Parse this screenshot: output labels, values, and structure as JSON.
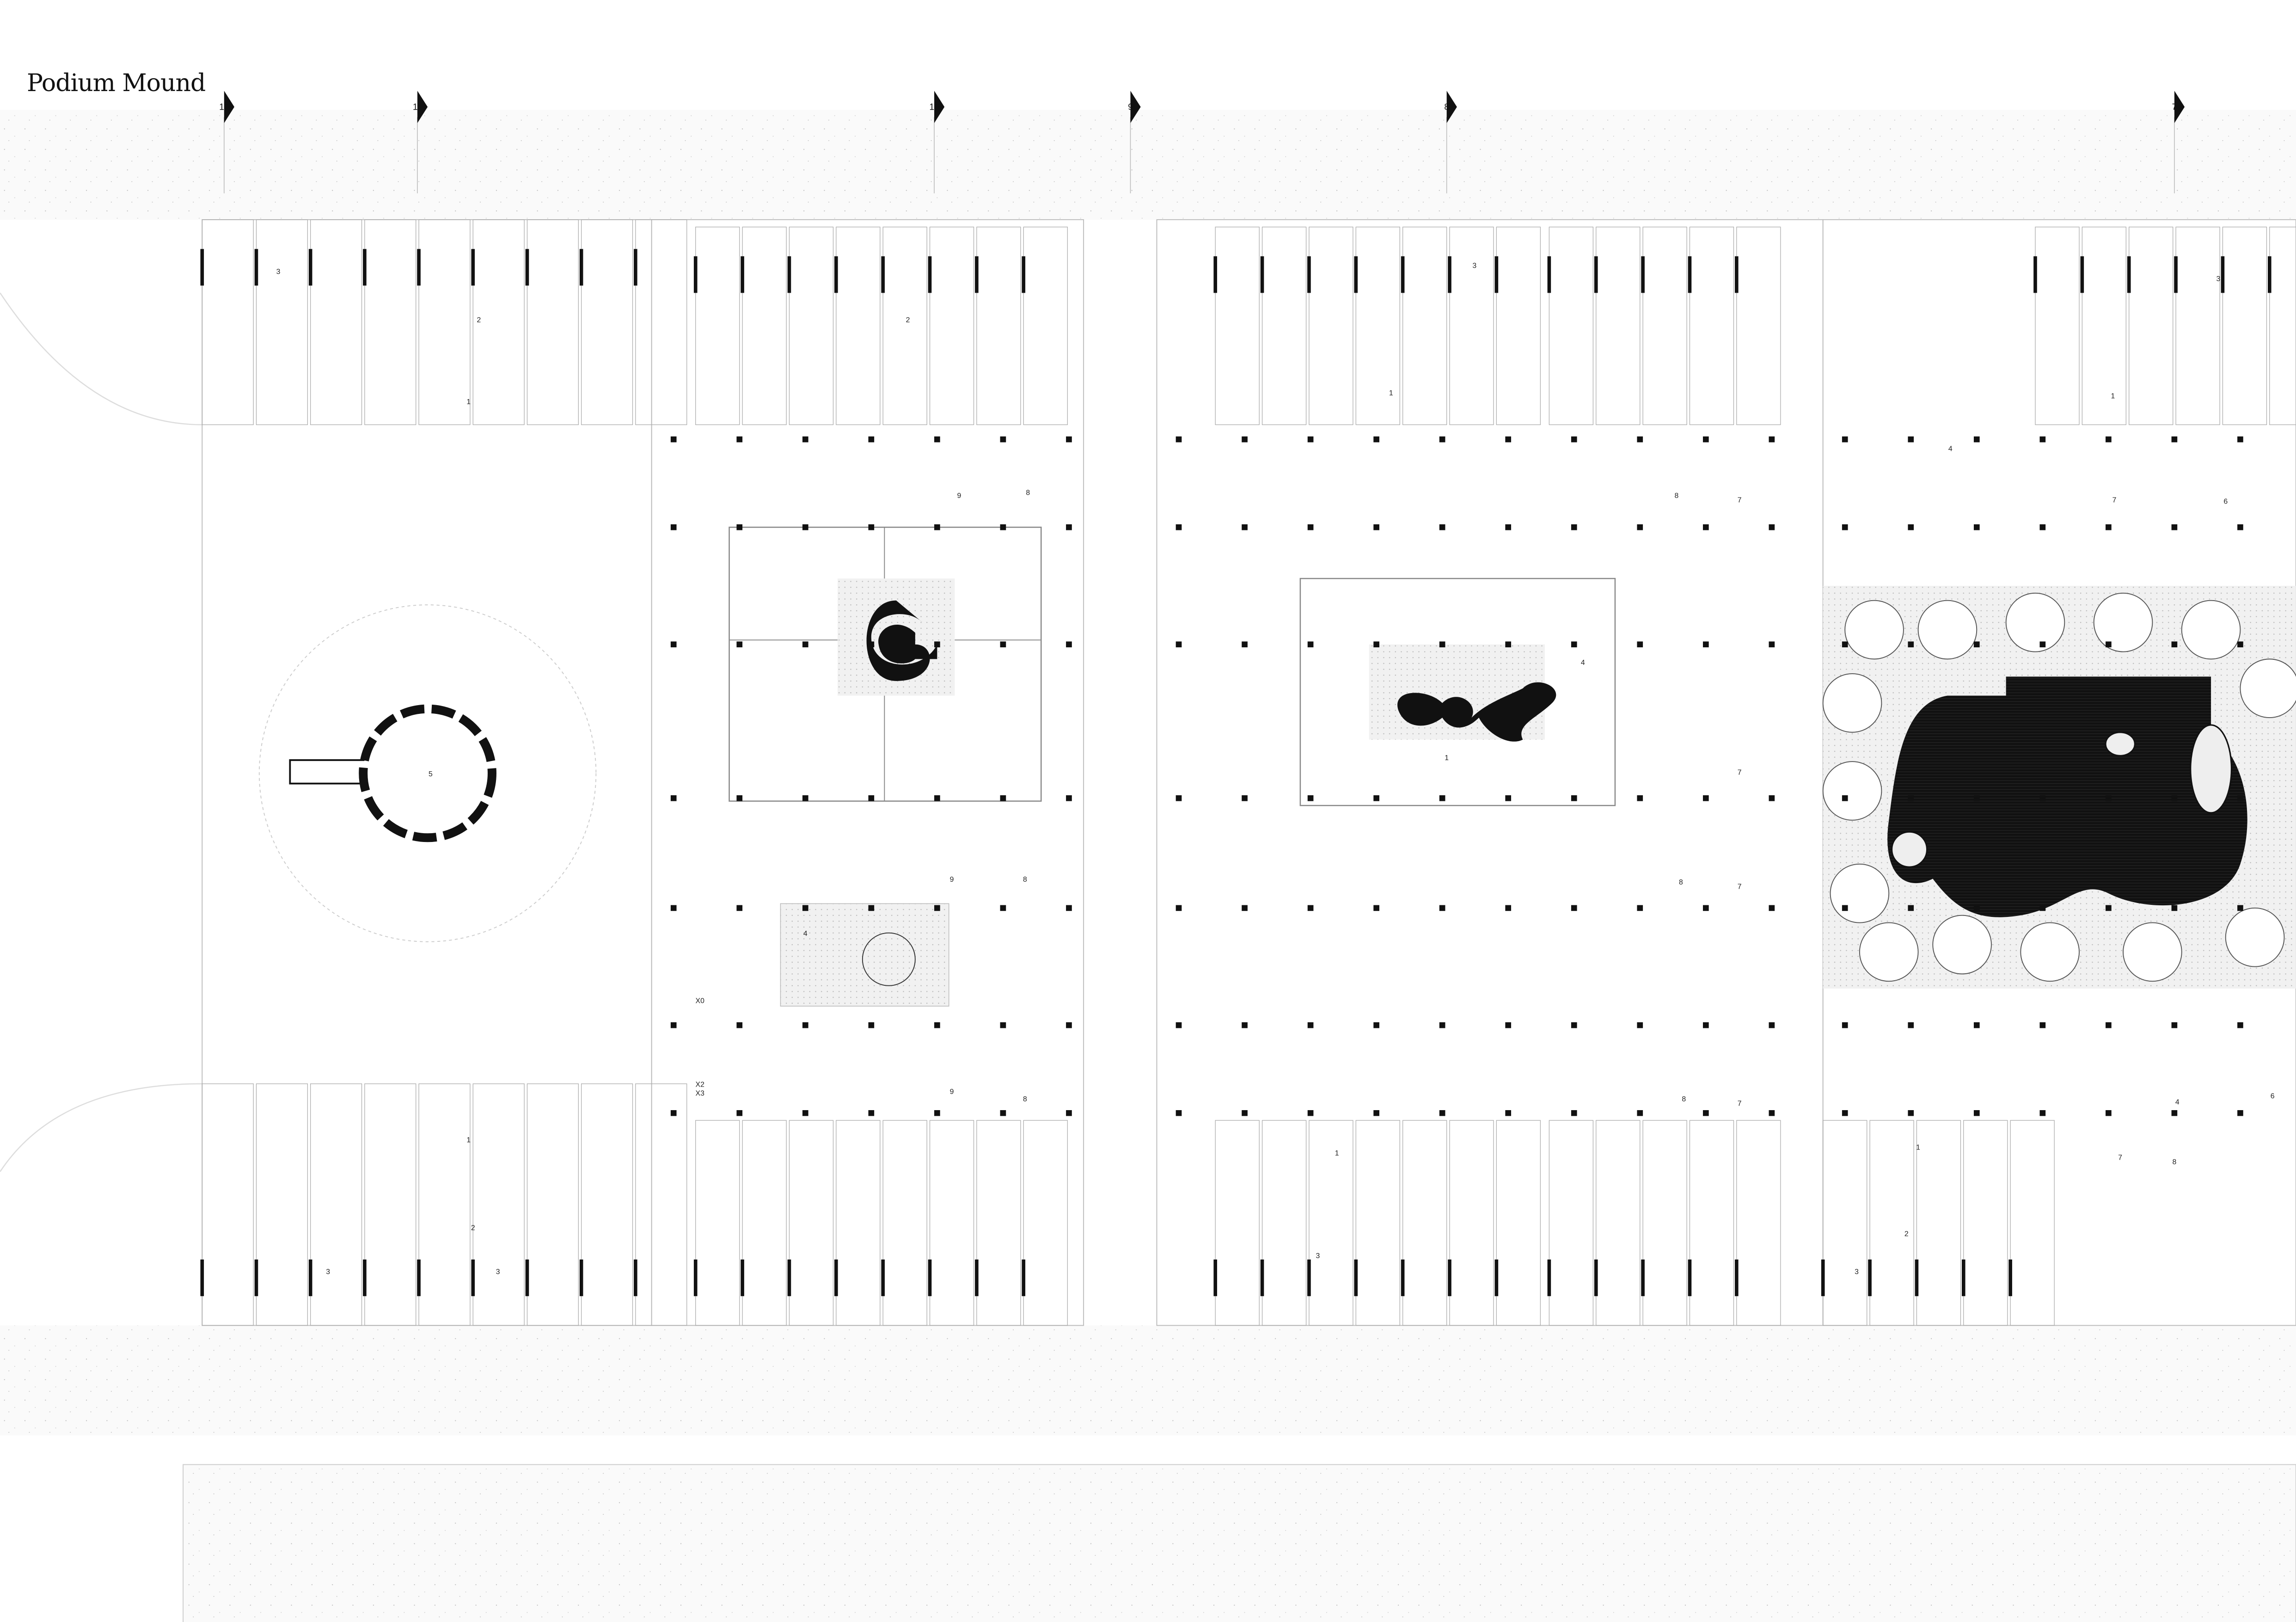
{
  "title": "Podium Mound",
  "grid_axes": [
    "12",
    "11",
    "10",
    "9",
    "8",
    "7"
  ],
  "room_labels": [
    "3",
    "2",
    "1",
    "5",
    "1",
    "2",
    "3",
    "3",
    "2",
    "9",
    "8",
    "9",
    "8",
    "4",
    "X0",
    "X2",
    "X3",
    "9",
    "8",
    "3",
    "1",
    "8",
    "7",
    "4",
    "1",
    "7",
    "8",
    "7",
    "8",
    "7",
    "1",
    "3",
    "4",
    "7",
    "6",
    "3",
    "1",
    "1",
    "2",
    "3",
    "4",
    "6",
    "7",
    "8"
  ],
  "colors": {
    "line": "#9a9a9a",
    "ink": "#111111",
    "paving": "#f3f3f3",
    "background": "#ffffff"
  }
}
